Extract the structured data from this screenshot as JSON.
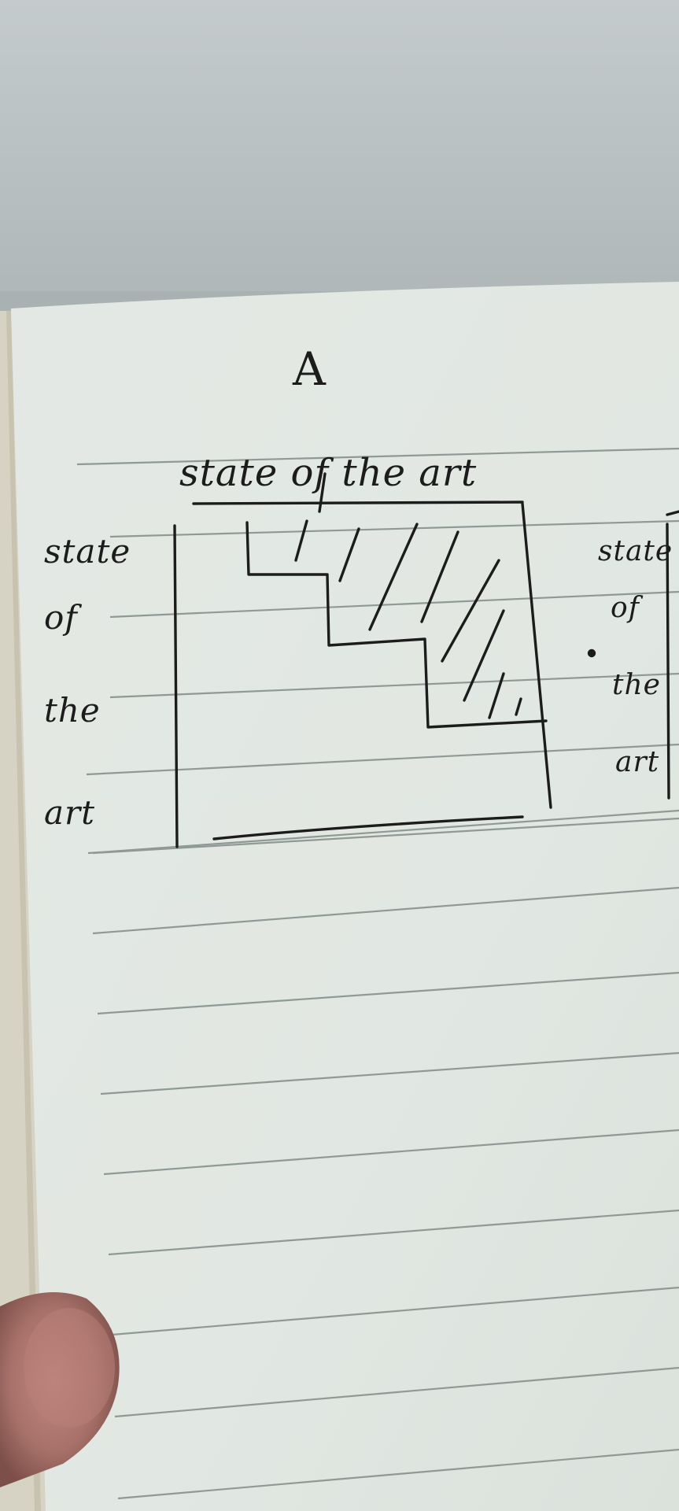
{
  "photo": {
    "subject": "lined notebook page with handwritten sketch",
    "colors": {
      "wall": "#b9c1c3",
      "paper": "#e3e8e4",
      "ink": "#1c1c1c",
      "ruling": "#8f9996",
      "thumb": "#a5716a"
    }
  },
  "page": {
    "title_letter": "A",
    "heading": "state of the art",
    "left_labels": [
      "state",
      "of",
      "the",
      "art"
    ],
    "right_labels": [
      "state",
      "of",
      "the",
      "art"
    ]
  }
}
